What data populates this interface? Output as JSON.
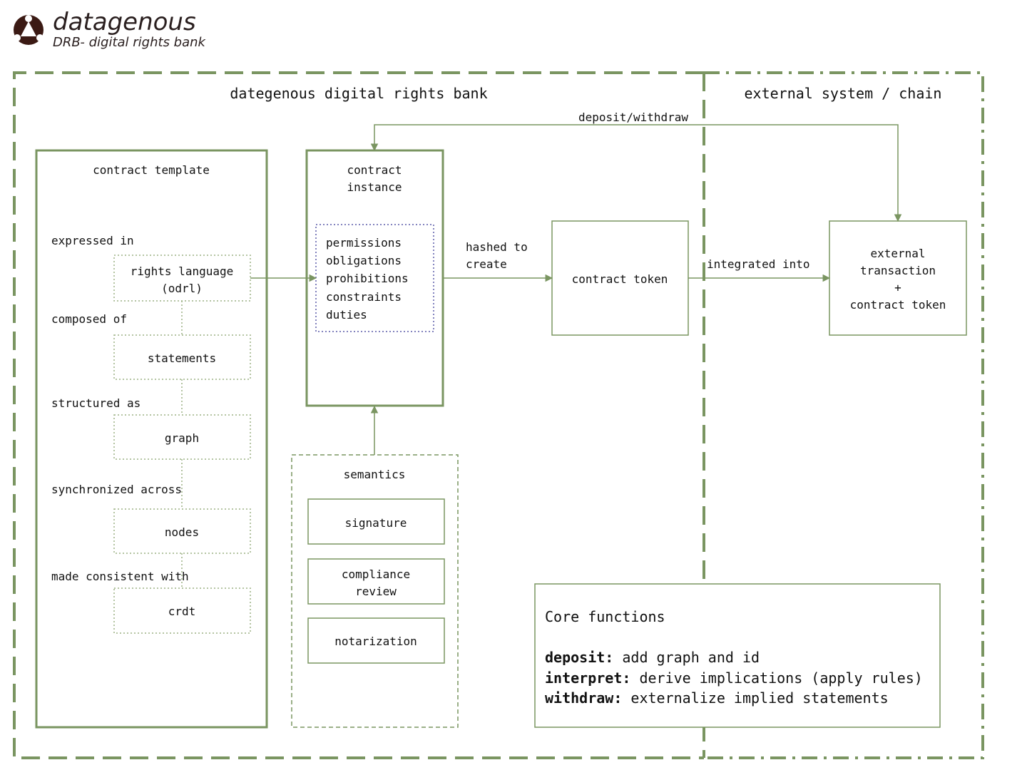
{
  "brand": {
    "name": "datagenous",
    "subtitle": "DRB- digital rights bank",
    "color": "#3b1a14"
  },
  "colors": {
    "accent_green": "#7a9561",
    "dotted_blue": "#5a5aa8",
    "text": "#111111"
  },
  "regions": {
    "internal_title": "dategenous digital rights bank",
    "external_title": "external system / chain"
  },
  "template": {
    "title": "contract template",
    "steps": [
      {
        "label": "expressed in",
        "box": [
          "rights language",
          "(odrl)"
        ]
      },
      {
        "label": "composed of",
        "box": [
          "statements"
        ]
      },
      {
        "label": "structured as",
        "box": [
          "graph"
        ]
      },
      {
        "label": "synchronized across",
        "box": [
          "nodes"
        ]
      },
      {
        "label": "made consistent with",
        "box": [
          "crdt"
        ]
      }
    ]
  },
  "instance": {
    "title": [
      "contract",
      "instance"
    ],
    "items": [
      "permissions",
      "obligations",
      "prohibitions",
      "constraints",
      "duties"
    ]
  },
  "edges": {
    "hashed": [
      "hashed to",
      "create"
    ],
    "integrated": "integrated into",
    "deposit": "deposit/withdraw"
  },
  "token": {
    "label": "contract token"
  },
  "external": {
    "lines": [
      "external",
      "transaction",
      "+",
      "contract token"
    ]
  },
  "semantics": {
    "title": "semantics",
    "items": [
      [
        "signature"
      ],
      [
        "compliance",
        "review"
      ],
      [
        "notarization"
      ]
    ]
  },
  "core": {
    "title": "Core functions",
    "rows": [
      {
        "key": "deposit:",
        "text": " add graph and id"
      },
      {
        "key": "interpret:",
        "text": " derive implications (apply rules)"
      },
      {
        "key": "withdraw:",
        "text": " externalize implied statements"
      }
    ]
  }
}
